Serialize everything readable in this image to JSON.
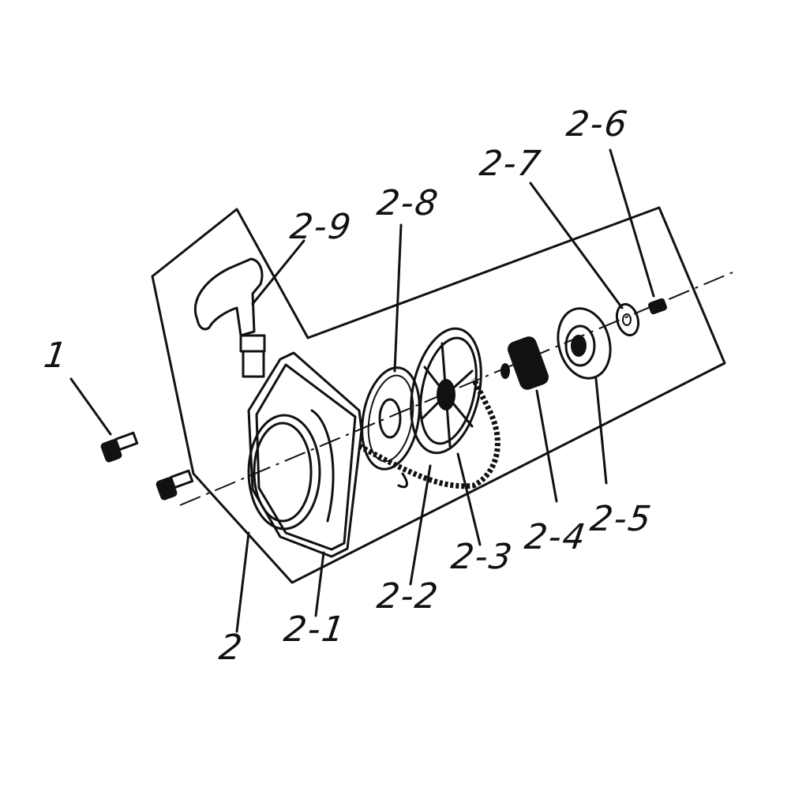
{
  "diagram": {
    "type": "exploded-parts-view",
    "labels": {
      "p1": "1",
      "p2": "2",
      "p2_1": "2-1",
      "p2_2": "2-2",
      "p2_3": "2-3",
      "p2_4": "2-4",
      "p2_5": "2-5",
      "p2_6": "2-6",
      "p2_7": "2-7",
      "p2_8": "2-8",
      "p2_9": "2-9"
    }
  }
}
